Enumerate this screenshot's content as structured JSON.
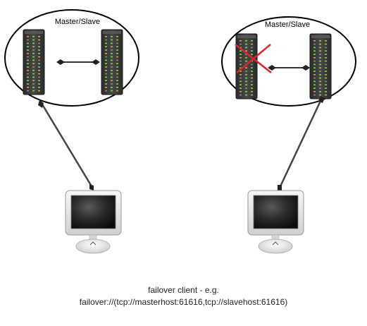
{
  "diagram": {
    "left_group": {
      "title": "Master/Slave",
      "master_failed": false
    },
    "right_group": {
      "title": "Master/Slave",
      "master_failed": true
    }
  },
  "caption": {
    "line1": "failover client - e.g.",
    "line2": "failover://(tcp://masterhost:61616,tcp://slavehost:61616)"
  },
  "colors": {
    "server_body": "#3a3a3a",
    "server_led_green": "#7fd64a",
    "server_led_amber": "#d9a441",
    "connector": "#333333",
    "failure_cross": "#d9262b",
    "monitor_frame": "#e6e6e6",
    "monitor_screen": "#1a1a1a"
  }
}
